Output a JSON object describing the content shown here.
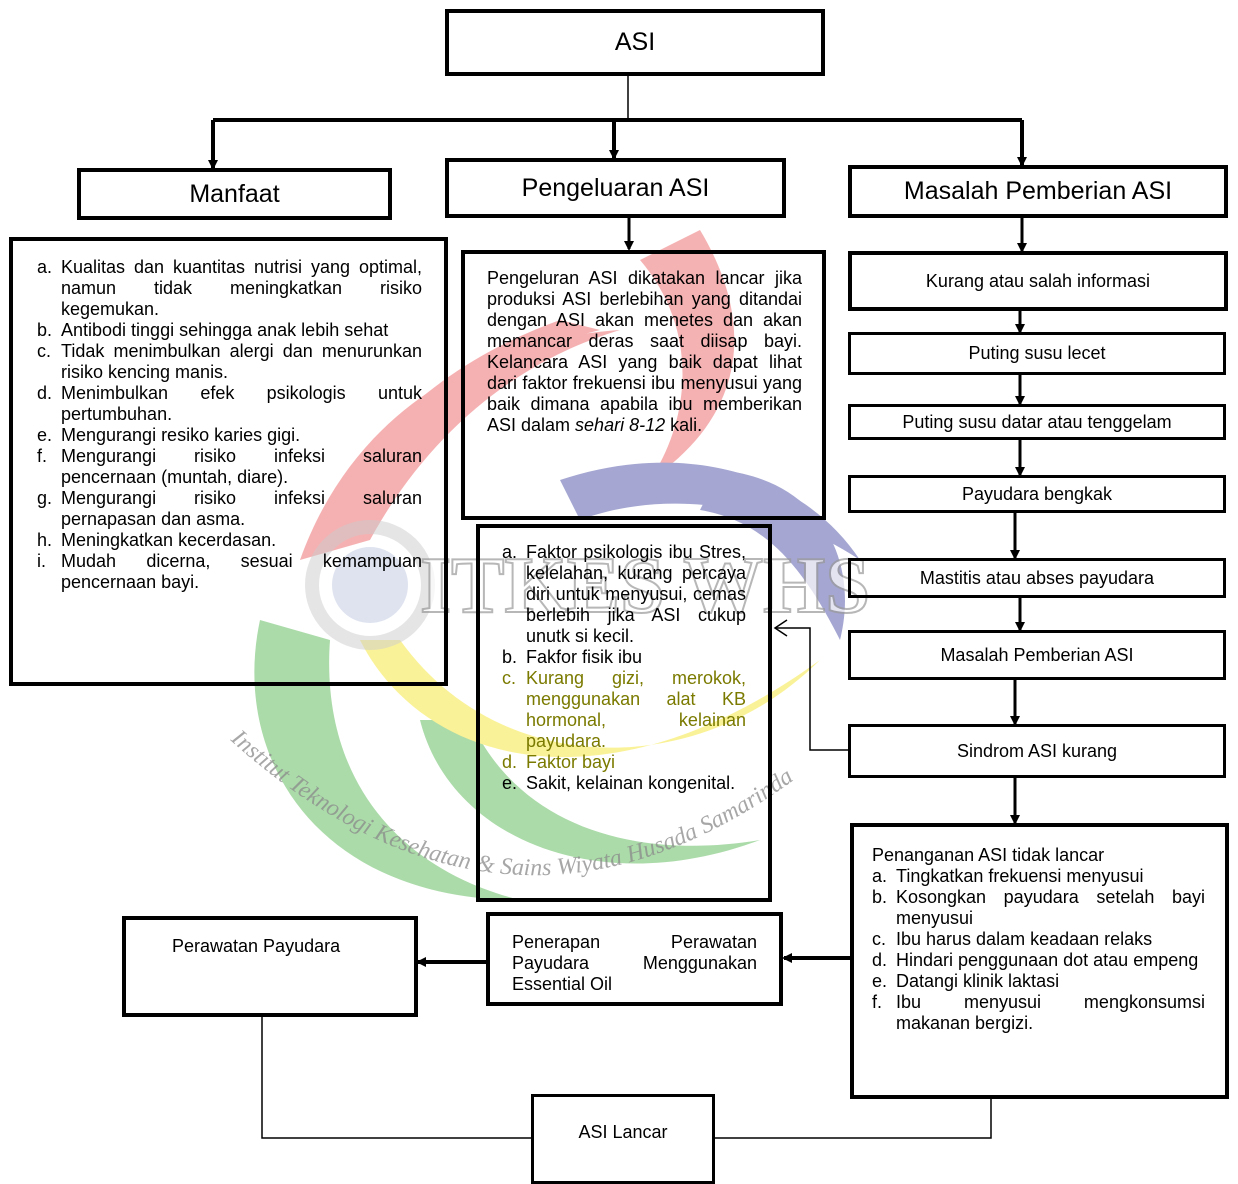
{
  "root": {
    "label": "ASI"
  },
  "branches": {
    "manfaat": {
      "label": "Manfaat",
      "items": [
        {
          "letter": "a.",
          "text": "Kualitas dan kuantitas nutrisi yang optimal, namun tidak meningkatkan risiko kegemukan."
        },
        {
          "letter": "b.",
          "text": "Antibodi tinggi sehingga anak lebih sehat"
        },
        {
          "letter": "c.",
          "text": "Tidak menimbulkan alergi dan menurunkan risiko kencing manis."
        },
        {
          "letter": "d.",
          "text": "Menimbulkan efek psikologis untuk pertumbuhan."
        },
        {
          "letter": "e.",
          "text": "Mengurangi resiko karies gigi."
        },
        {
          "letter": "f.",
          "text": "Mengurangi risiko infeksi saluran pencernaan (muntah, diare)."
        },
        {
          "letter": "g.",
          "text": "Mengurangi risiko infeksi saluran pernapasan dan asma."
        },
        {
          "letter": "h.",
          "text": "Meningkatkan kecerdasan."
        },
        {
          "letter": "i.",
          "text": "Mudah dicerna, sesuai kemampuan pencernaan bayi."
        }
      ]
    },
    "pengeluaran": {
      "label": "Pengeluaran ASI",
      "description_main": "Pengeluran ASI dikatakan lancar jika produksi ASI berlebihan yang ditandai dengan ASI akan menetes dan akan memancar deras saat diisap bayi. Kelancara ASI yang baik dapat lihat dari faktor frekuensi ibu menyusui yang baik dimana apabila ibu memberikan ASI dalam ",
      "description_italic": "sehari 8-12",
      "description_end": " kali."
    },
    "masalah": {
      "label": "Masalah Pemberian ASI",
      "chain": [
        "Kurang atau salah informasi",
        "Puting susu lecet",
        "Puting susu datar atau tenggelam",
        "Payudara bengkak",
        "Mastitis atau abses payudara",
        "Masalah Pemberian ASI",
        "Sindrom ASI kurang"
      ]
    }
  },
  "faktor": {
    "items": [
      {
        "letter": "a.",
        "text": "Faktor psikologis ibu Stres, kelelahan, kurang percaya diri untuk menyusui, cemas berlebih jika ASI cukup unutk si kecil."
      },
      {
        "letter": "b.",
        "text": "Fakfor fisik ibu"
      },
      {
        "letter": "c.",
        "text": "Kurang gizi, merokok, menggunakan alat KB hormonal, kelainan payudara."
      },
      {
        "letter": "d.",
        "text": "Faktor bayi"
      },
      {
        "letter": "e.",
        "text": "Sakit, kelainan kongenital."
      }
    ]
  },
  "penanganan": {
    "title": "Penanganan ASI tidak lancar",
    "items": [
      {
        "letter": "a.",
        "text": "Tingkatkan frekuensi menyusui"
      },
      {
        "letter": "b.",
        "text": "Kosongkan payudara setelah bayi menyusui"
      },
      {
        "letter": "c.",
        "text": "Ibu harus dalam keadaan relaks"
      },
      {
        "letter": "d.",
        "text": "Hindari penggunaan dot atau empeng"
      },
      {
        "letter": "e.",
        "text": "Datangi klinik laktasi"
      },
      {
        "letter": "f.",
        "text": "Ibu menyusui mengkonsumsi makanan bergizi."
      }
    ]
  },
  "penerapan": {
    "label": "Penerapan Perawatan Payudara Menggunakan Essential Oil"
  },
  "perawatan": {
    "label": "Perawatan Payudara"
  },
  "hasil": {
    "label": "ASI Lancar"
  },
  "watermark": {
    "logo_text": "ITKES WHS",
    "arc_text": "Institut Teknologi Kesehatan & Sains   Wiyata Husada Samarinda",
    "colors": {
      "red": "#e8474a",
      "yellow": "#f4e20c",
      "blue": "#2b2f95",
      "green": "#3aaa35"
    }
  }
}
